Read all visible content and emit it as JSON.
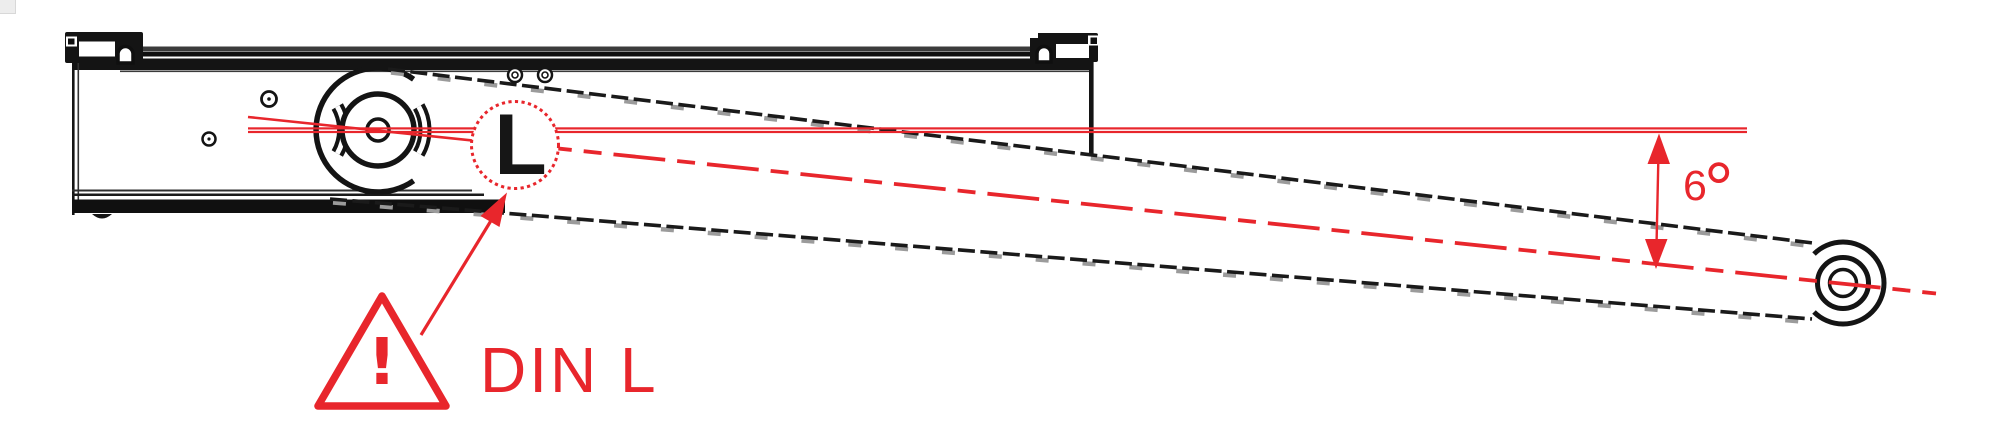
{
  "labels": {
    "pivot": "L",
    "angle_value": "6",
    "angle_unit": "°",
    "warning": "!",
    "din": "DIN L"
  },
  "colors": {
    "accent_red": "#e8262c",
    "line_black": "#161616"
  }
}
